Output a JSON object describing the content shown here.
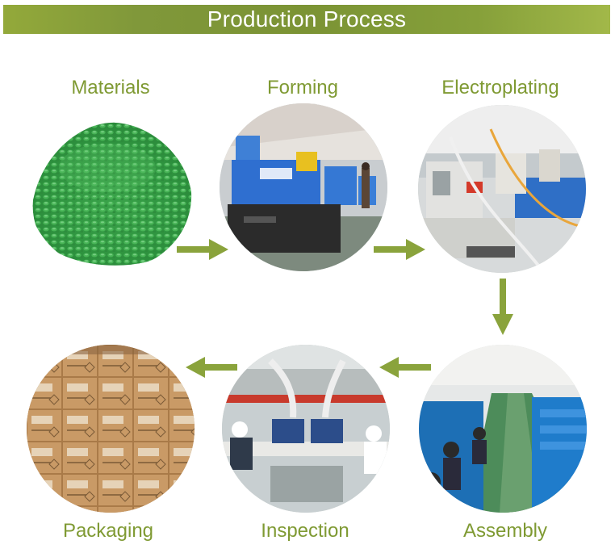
{
  "banner": {
    "title": "Production Process"
  },
  "steps": [
    {
      "label": "Materials",
      "icon": "green-granules-photo"
    },
    {
      "label": "Forming",
      "icon": "injection-machine-photo"
    },
    {
      "label": "Electroplating",
      "icon": "plating-line-photo"
    },
    {
      "label": "Assembly",
      "icon": "assembly-workshop-photo"
    },
    {
      "label": "Inspection",
      "icon": "inspection-station-photo"
    },
    {
      "label": "Packaging",
      "icon": "cartons-photo"
    }
  ],
  "colors": {
    "accent": "#7f9a33",
    "arrow": "#8aa33c",
    "banner": "#7b9334"
  }
}
